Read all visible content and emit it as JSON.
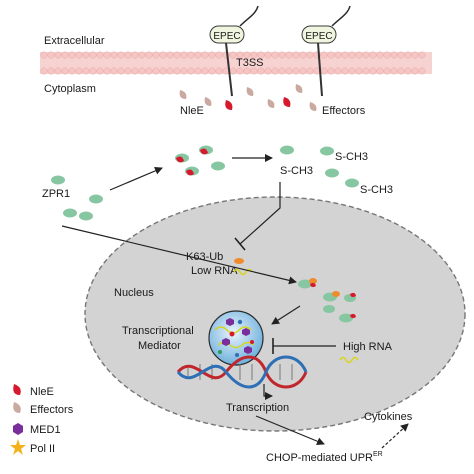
{
  "membrane": {
    "extracellular_label": "Extracellular",
    "cytoplasm_label": "Cytoplasm",
    "t3ss_label": "T3SS",
    "epec_labels": [
      "EPEC",
      "EPEC"
    ]
  },
  "proteins": {
    "nlee_label": "NleE",
    "effectors_label": "Effectors",
    "zpr1_label": "ZPR1",
    "methyl_labels": [
      "S-CH3",
      "S-CH3",
      "S-CH3"
    ]
  },
  "nucleus": {
    "label": "Nucleus",
    "k63_label": "K63-Ub",
    "low_rna_label": "Low RNA",
    "high_rna_label": "High RNA",
    "mediator_label_line1": "Transcriptional",
    "mediator_label_line2": "Mediator",
    "transcription_label": "Transcription"
  },
  "outputs": {
    "cytokines_label": "Cytokines",
    "chop_label": "CHOP-mediated UPR",
    "chop_superscript": "ER"
  },
  "legend": {
    "items": [
      {
        "label": "NleE",
        "icon": "nlee-drop-icon",
        "color": "#d7192d"
      },
      {
        "label": "Effectors",
        "icon": "effector-drop-icon",
        "color": "#c9a9a0"
      },
      {
        "label": "MED1",
        "icon": "med1-hexagon-icon",
        "color": "#7a2e9c"
      },
      {
        "label": "Pol II",
        "icon": "pol2-star-icon",
        "color": "#f3b21b"
      }
    ]
  },
  "colors": {
    "membrane_fill": "#f6d2d0",
    "membrane_bead": "#f6c6c4",
    "nucleus_fill": "#d3d3d3",
    "zpr1_green": "#86c7a2",
    "nlee_red": "#d7192d",
    "orange": "#f08b2c",
    "dna_red": "#c0272d",
    "dna_blue": "#2e6fb5"
  }
}
